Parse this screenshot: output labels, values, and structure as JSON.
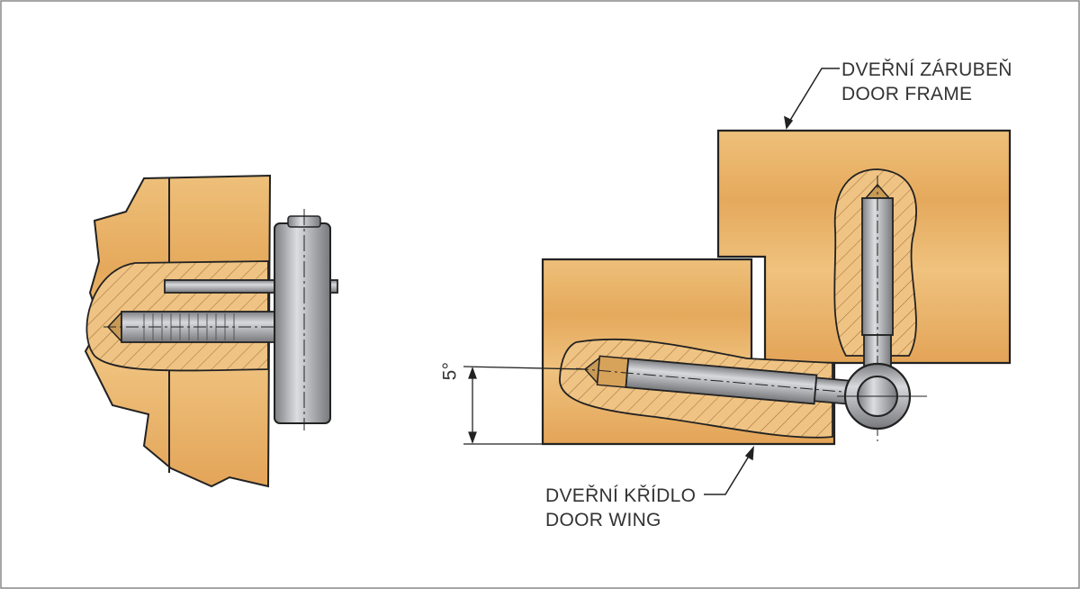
{
  "labels": {
    "frame_cz": "DVEŘNÍ ZÁRUBEŇ",
    "frame_en": "DOOR FRAME",
    "wing_cz": "DVEŘNÍ KŘÍDLO",
    "wing_en": "DOOR WING",
    "angle": "5°"
  },
  "colors": {
    "wood": "#eab468",
    "wood_dark": "#d9964a",
    "metal": "#a9aaae",
    "outline": "#222222"
  }
}
